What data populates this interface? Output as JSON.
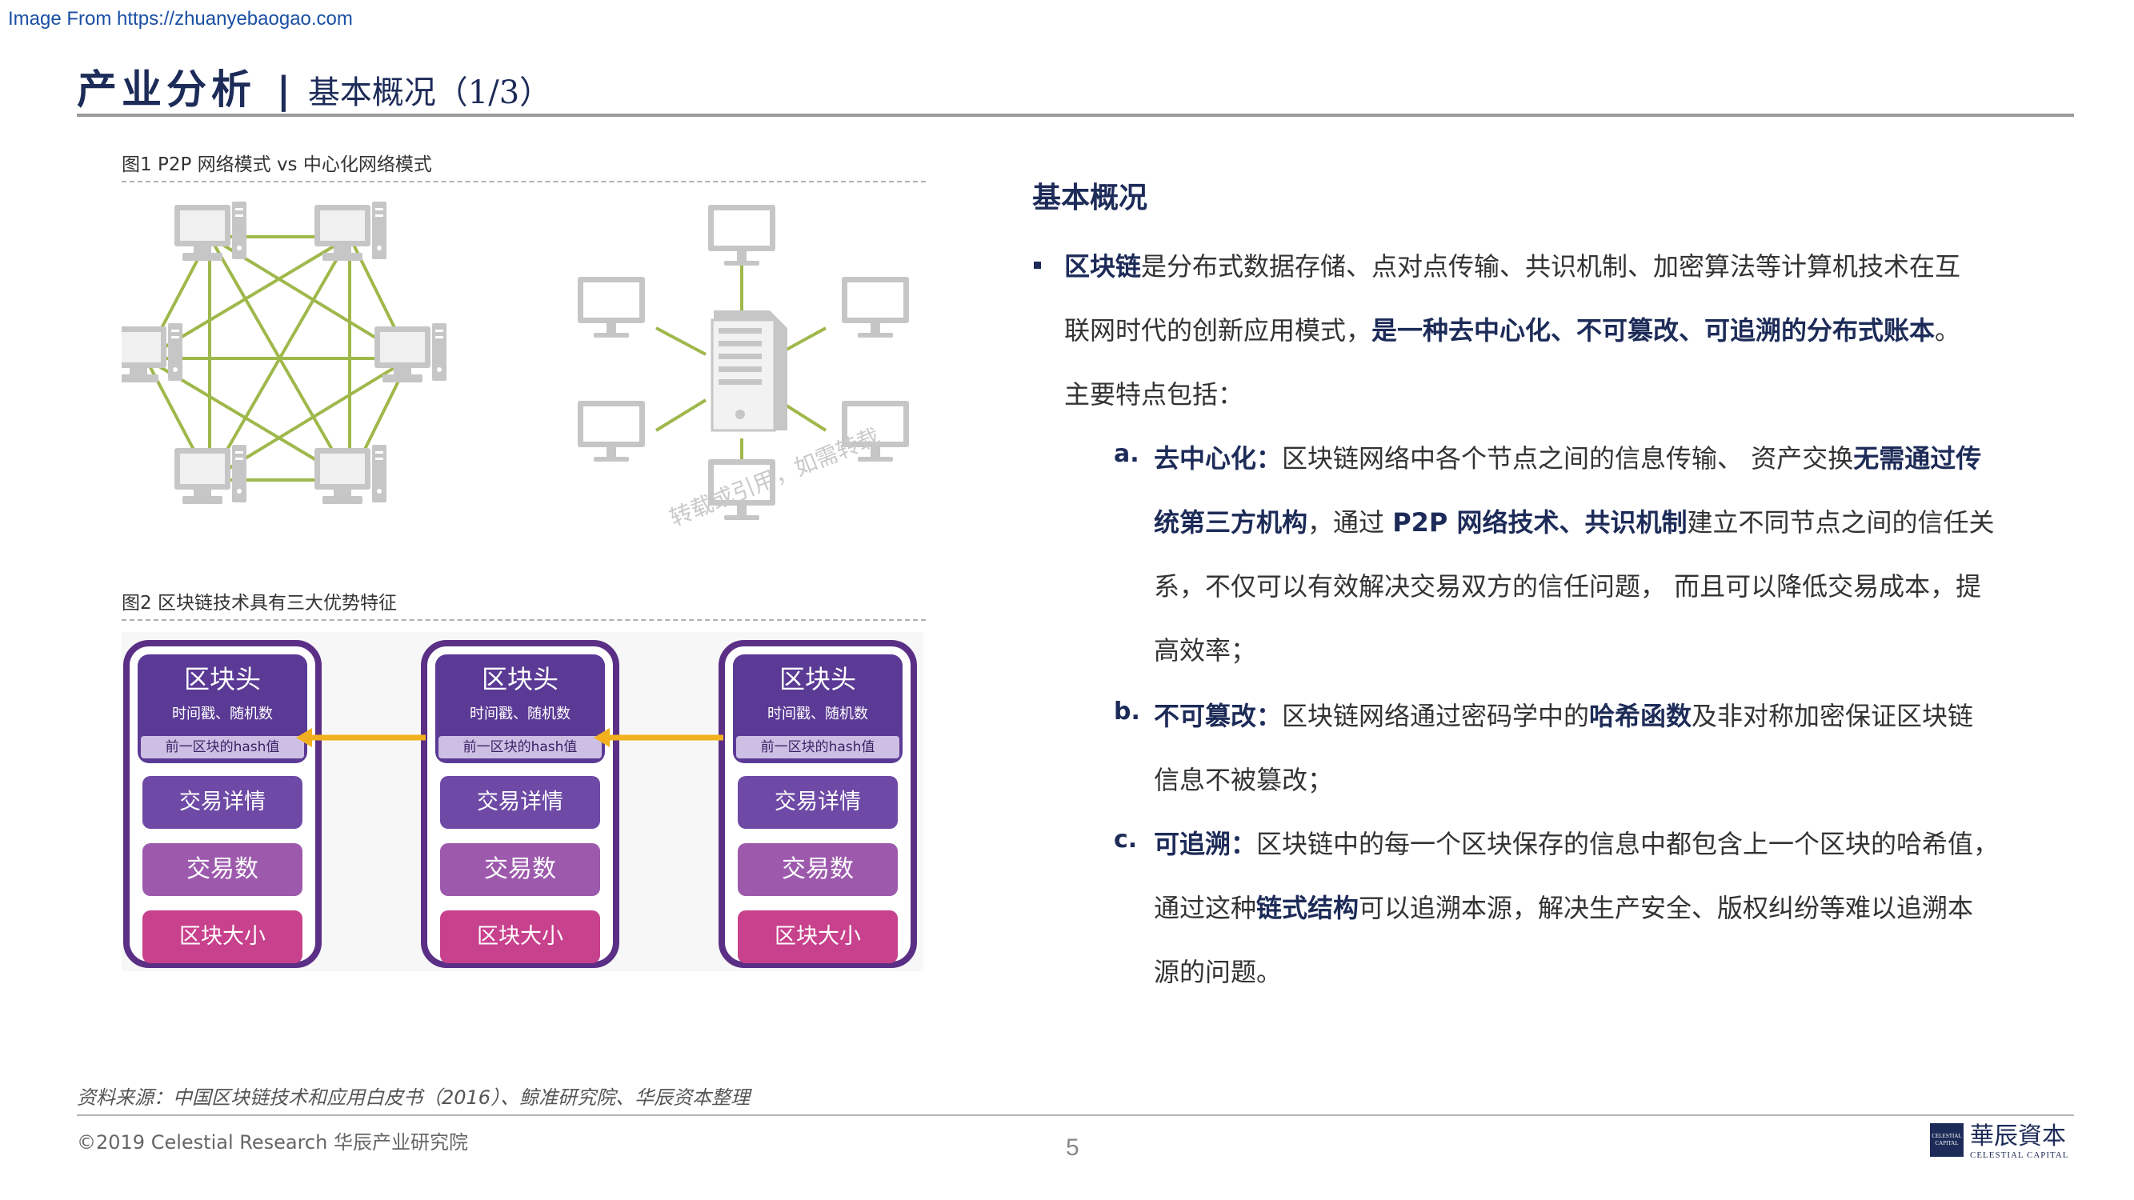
{
  "source_banner": "Image From https://zhuanyebaogao.com",
  "header": {
    "title": "产业分析",
    "separator": "|",
    "subtitle": "基本概况（1/3）"
  },
  "figures": {
    "fig1_caption": "图1 P2P 网络模式 vs 中心化网络模式",
    "fig1_watermark": "转载或引用，如需转载",
    "fig2_caption": "图2 区块链技术具有三大优势特征",
    "blocks": [
      {
        "head": "区块头",
        "sub": "时间戳、随机数",
        "hash": "前一区块的hash值",
        "detail": "交易详情",
        "count": "交易数",
        "size": "区块大小"
      },
      {
        "head": "区块头",
        "sub": "时间戳、随机数",
        "hash": "前一区块的hash值",
        "detail": "交易详情",
        "count": "交易数",
        "size": "区块大小"
      },
      {
        "head": "区块头",
        "sub": "时间戳、随机数",
        "hash": "前一区块的hash值",
        "detail": "交易详情",
        "count": "交易数",
        "size": "区块大小"
      }
    ]
  },
  "content": {
    "section_title": "基本概况",
    "intro": {
      "term": "区块链",
      "line1_rest": "是分布式数据存储、点对点传输、共识机制、加密算法等计算机技术在互",
      "line2_a": "联网时代的创新应用模式，",
      "line2_bold": "是一种去中心化、不可篡改、可追溯的分布式账本",
      "line2_end": "。",
      "line3": "主要特点包括："
    },
    "items": [
      {
        "marker": "a.",
        "l1_bold": "去中心化：",
        "l1_text": "区块链网络中各个节点之间的信息传输、 资产交换",
        "l1_bold2": "无需通过传",
        "l2_bold": "统第三方机构",
        "l2_text": "，通过 ",
        "l2_bold2": "P2P 网络技术、共识机制",
        "l2_text2": "建立不同节点之间的信任关",
        "l3": "系，不仅可以有效解决交易双方的信任问题， 而且可以降低交易成本，提",
        "l4": "高效率；"
      },
      {
        "marker": "b.",
        "l1_bold": "不可篡改：",
        "l1_text": "区块链网络通过密码学中的",
        "l1_bold2": "哈希函数",
        "l1_text2": "及非对称加密保证区块链",
        "l2": "信息不被篡改；"
      },
      {
        "marker": "c.",
        "l1_bold": "可追溯：",
        "l1_text": "区块链中的每一个区块保存的信息中都包含上一个区块的哈希值，",
        "l2_text": "通过这种",
        "l2_bold": "链式结构",
        "l2_text2": "可以追溯本源，解决生产安全、版权纠纷等难以追溯本",
        "l3": "源的问题。"
      }
    ]
  },
  "footer": {
    "source": "资料来源：中国区块链技术和应用白皮书（2016）、鲸准研究院、华辰资本整理",
    "copyright": "©2019 Celestial Research 华辰产业研究院",
    "page_number": "5",
    "logo_cn": "華辰資本",
    "logo_en": "CELESTIAL CAPITAL",
    "logo_box_text": "CELESTIAL CAPITAL"
  },
  "colors": {
    "brand_navy": "#1d2b58",
    "node_gray": "#c6c6c6",
    "link_green": "#9fb84b",
    "chain_arrow": "#f2b01e",
    "block_border": "#5b2f86"
  },
  "icons": [
    "computer-icon",
    "server-icon",
    "bullet-icon"
  ]
}
